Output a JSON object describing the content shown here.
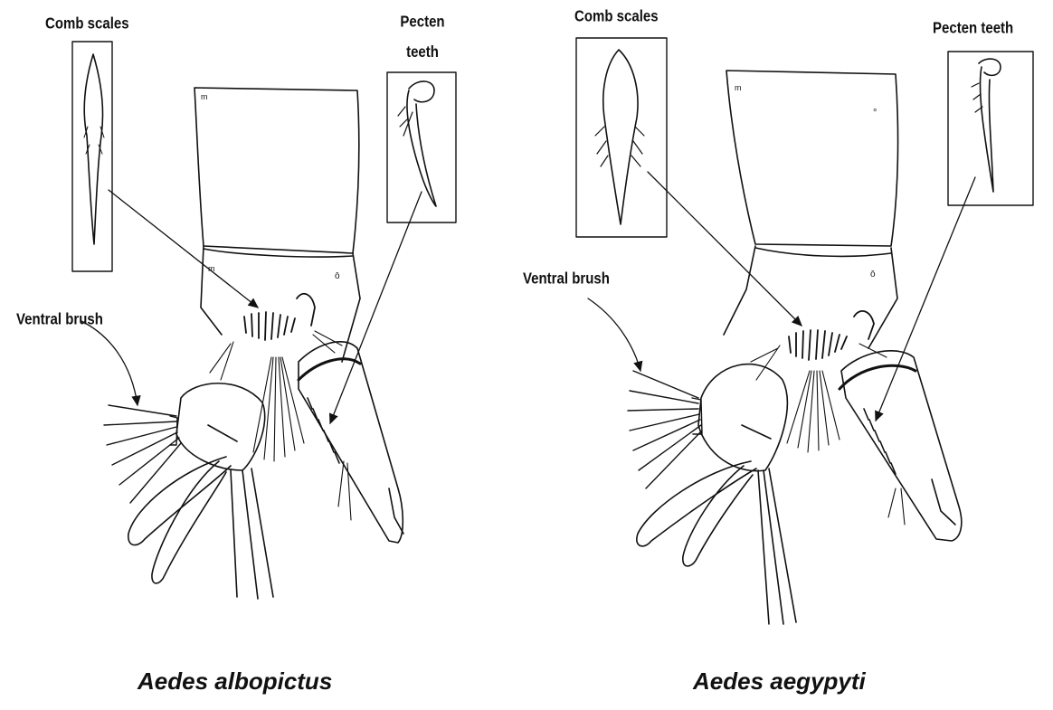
{
  "left_panel": {
    "comb_scales_label": "Comb scales",
    "pecten_label_line1": "Pecten",
    "pecten_label_line2": "teeth",
    "ventral_brush_label": "Ventral brush",
    "species_caption": "Aedes albopictus"
  },
  "right_panel": {
    "comb_scales_label": "Comb scales",
    "pecten_label": "Pecten teeth",
    "ventral_brush_label": "Ventral brush",
    "species_caption": "Aedes aegypyti"
  },
  "colors": {
    "ink": "#111111",
    "paper": "#ffffff"
  }
}
